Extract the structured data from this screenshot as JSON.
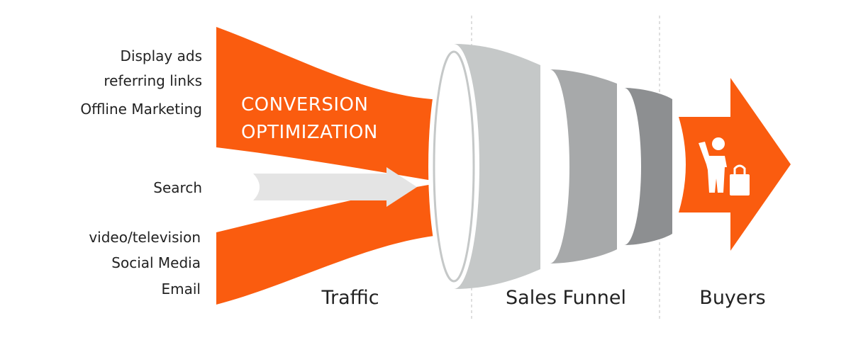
{
  "colors": {
    "orange": "#fa5c0f",
    "search_arrow": "#e4e4e4",
    "funnel_light": "#c5c8c8",
    "funnel_mid": "#a7a9aa",
    "funnel_dark": "#8d8f91",
    "divider": "#c8c8c8",
    "text": "#222222"
  },
  "sources": {
    "top": [
      "Display ads",
      "referring links",
      "Offline Marketing"
    ],
    "middle": "Search",
    "bottom": [
      "video/television",
      "Social Media",
      "Email"
    ]
  },
  "banner": {
    "line1": "CONVERSION",
    "line2": "OPTIMIZATION"
  },
  "stages": {
    "traffic": "Traffic",
    "funnel": "Sales Funnel",
    "buyers": "Buyers"
  },
  "icons": {
    "search_arrow": "arrow-right-icon",
    "buyer": "shopper-with-bag-icon"
  }
}
